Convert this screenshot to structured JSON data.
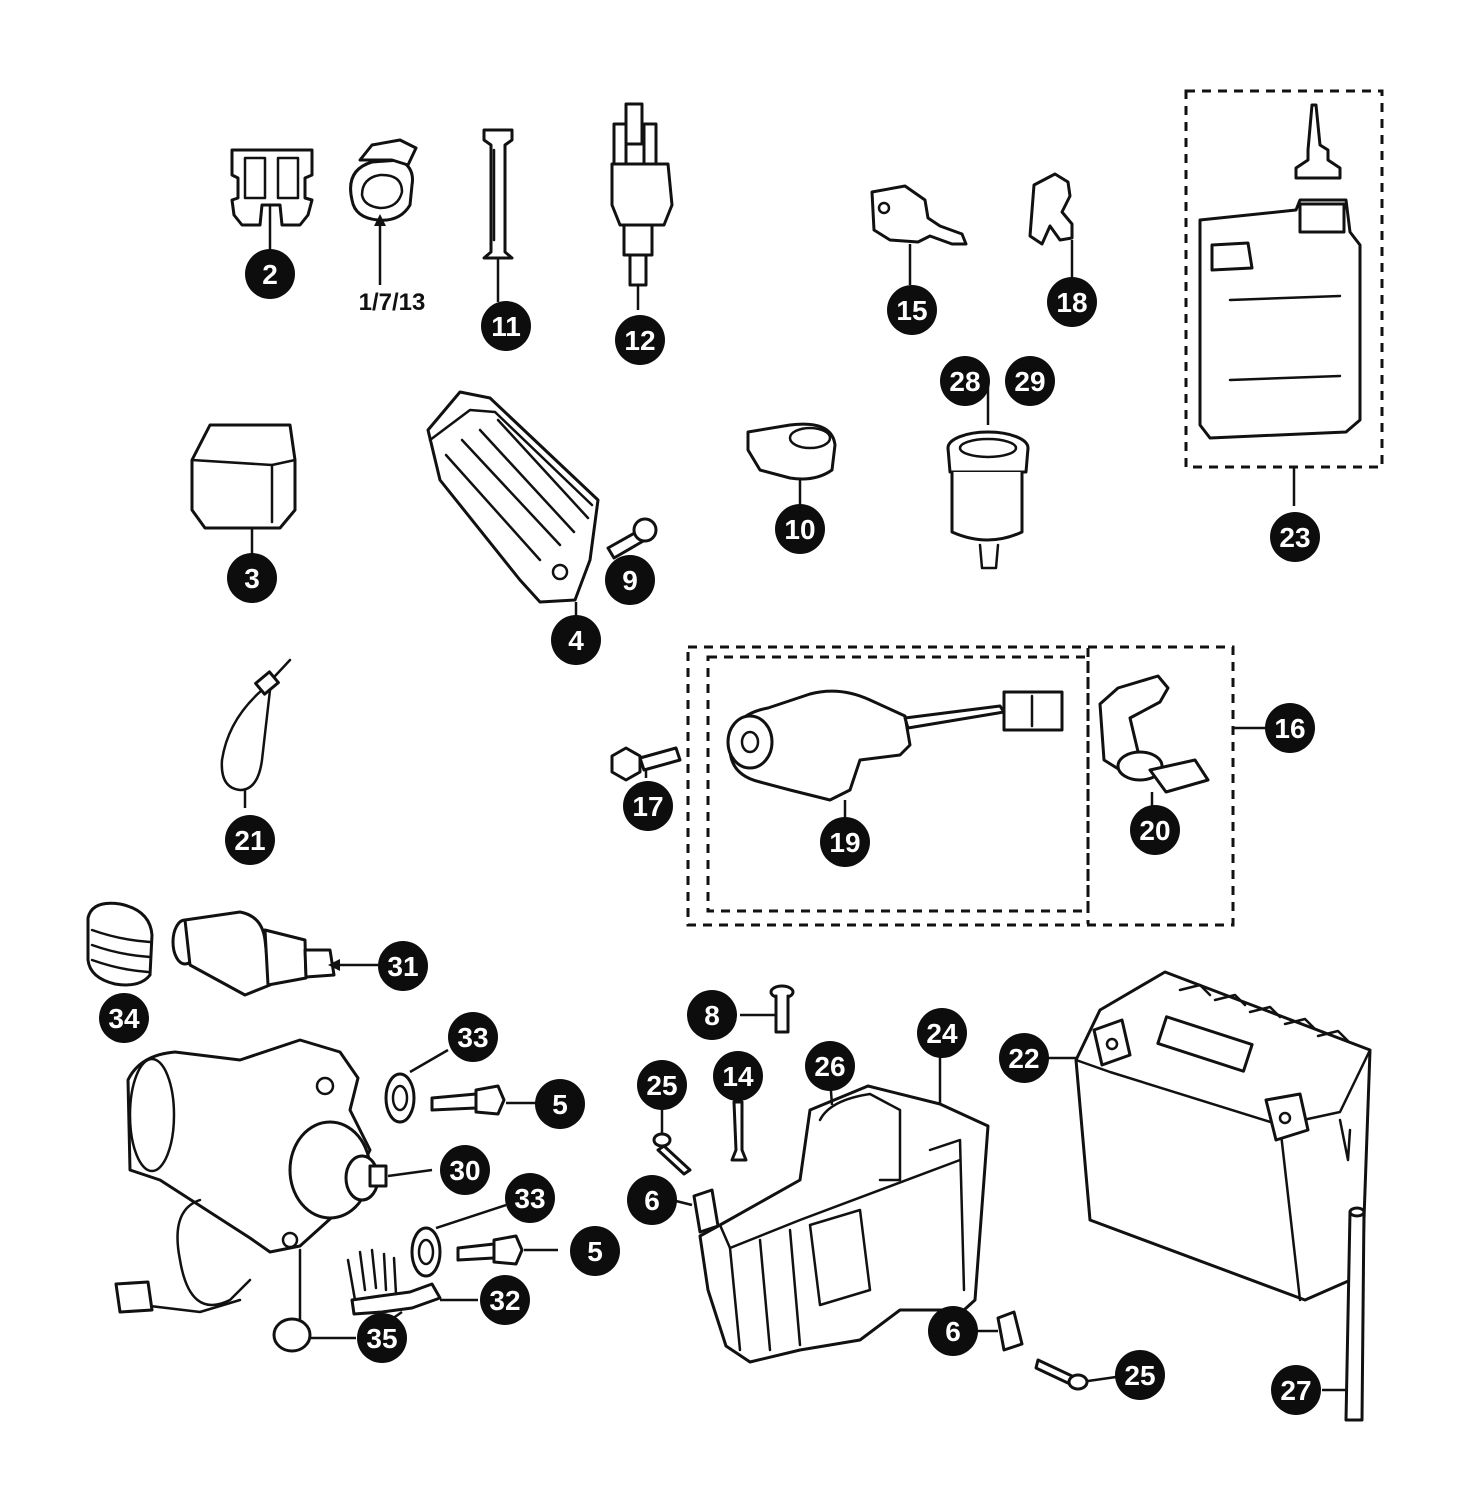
{
  "callouts": {
    "c2": "2",
    "c3": "3",
    "c4": "4",
    "c5a": "5",
    "c5b": "5",
    "c6a": "6",
    "c6b": "6",
    "c8": "8",
    "c9": "9",
    "c10": "10",
    "c11": "11",
    "c12": "12",
    "c14": "14",
    "c15": "15",
    "c16": "16",
    "c17": "17",
    "c18": "18",
    "c19": "19",
    "c20": "20",
    "c21": "21",
    "c22": "22",
    "c23": "23",
    "c24": "24",
    "c25a": "25",
    "c25b": "25",
    "c26": "26",
    "c27": "27",
    "c28": "28",
    "c29": "29",
    "c30": "30",
    "c31": "31",
    "c32": "32",
    "c33a": "33",
    "c33b": "33",
    "c34": "34",
    "c35": "35"
  },
  "plain_labels": {
    "fuse_group": "1/7/13"
  },
  "colors": {
    "line": "#111111",
    "bubble": "#0d0d0d",
    "bubble_text": "#ffffff",
    "background": "#ffffff"
  }
}
